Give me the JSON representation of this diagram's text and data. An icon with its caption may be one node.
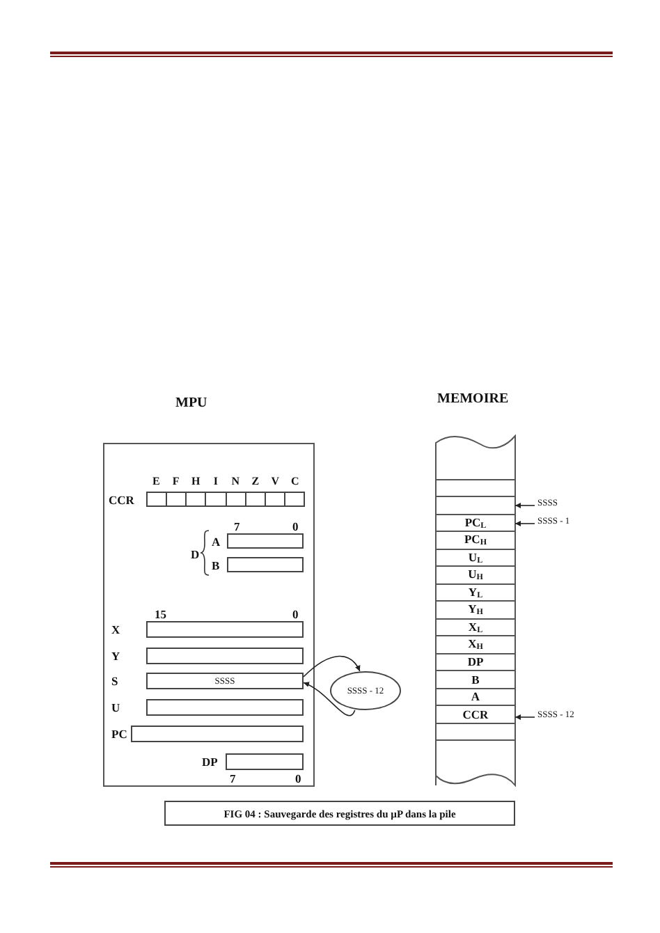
{
  "diagram": {
    "caption": "FIG 04 : Sauvegarde des registres du µP dans la pile",
    "nodes": [
      {
        "text": [
          "MPU"
        ]
      },
      {
        "text": [
          "CCR",
          "E",
          "F",
          "H",
          "I",
          "N",
          "Z",
          "V",
          "C"
        ],
        "in": 0
      },
      {
        "text": [
          "A"
        ],
        "in": 0
      },
      {
        "text": [
          "B"
        ],
        "in": 0
      },
      {
        "text": [
          "X"
        ],
        "in": 0
      },
      {
        "text": [
          "Y"
        ],
        "in": 0
      },
      {
        "text": [
          "S",
          "SSSS"
        ],
        "in": 0
      },
      {
        "text": [
          "U"
        ],
        "in": 0
      },
      {
        "text": [
          "PC"
        ],
        "in": 0
      },
      {
        "text": [
          "DP"
        ],
        "in": 0
      },
      {
        "text": [
          "SSSS - 12"
        ]
      },
      {
        "text": [
          "MEMOIRE"
        ]
      },
      {
        "text": [],
        "shape": "box",
        "in": 11
      },
      {
        "text": [],
        "shape": "box",
        "in": 11
      },
      {
        "text": [],
        "shape": "box",
        "in": 11
      },
      {
        "text": [
          "PC$_{L}$"
        ],
        "in": 11
      },
      {
        "text": [
          "PC$_{H}$"
        ],
        "in": 11
      },
      {
        "text": [
          "U$_{L}$"
        ],
        "in": 11
      },
      {
        "text": [
          "U$_{H}$"
        ],
        "in": 11
      },
      {
        "text": [
          "Y$_{L}$"
        ],
        "in": 11
      },
      {
        "text": [
          "Y$_{H}$"
        ],
        "in": 11
      },
      {
        "text": [
          "X$_{L}$"
        ],
        "in": 11
      },
      {
        "text": [
          "X$_{H}$"
        ],
        "in": 11
      },
      {
        "text": [
          "DP"
        ],
        "in": 11
      },
      {
        "text": [
          "B"
        ],
        "in": 11
      },
      {
        "text": [
          "A"
        ],
        "in": 11
      },
      {
        "text": [
          "CCR"
        ],
        "in": 11
      },
      {
        "text": [],
        "shape": "box",
        "in": 11
      },
      {
        "text": [
          "SSSS"
        ]
      },
      {
        "text": [
          "SSSS - 1"
        ]
      },
      {
        "text": [
          "SSSS - 12"
        ]
      }
    ],
    "edges": [
      {
        "from": 6,
        "to": 10,
        "arrow": "to"
      },
      {
        "from": 10,
        "to": 6,
        "arrow": "to"
      },
      {
        "from": 28,
        "to": 14,
        "arrow": "to"
      },
      {
        "from": 29,
        "to": 15,
        "arrow": "to"
      },
      {
        "from": 30,
        "to": 26,
        "arrow": "to"
      }
    ],
    "labels": [
      "7",
      "0",
      "D",
      "15",
      "0",
      "7",
      "0"
    ]
  }
}
